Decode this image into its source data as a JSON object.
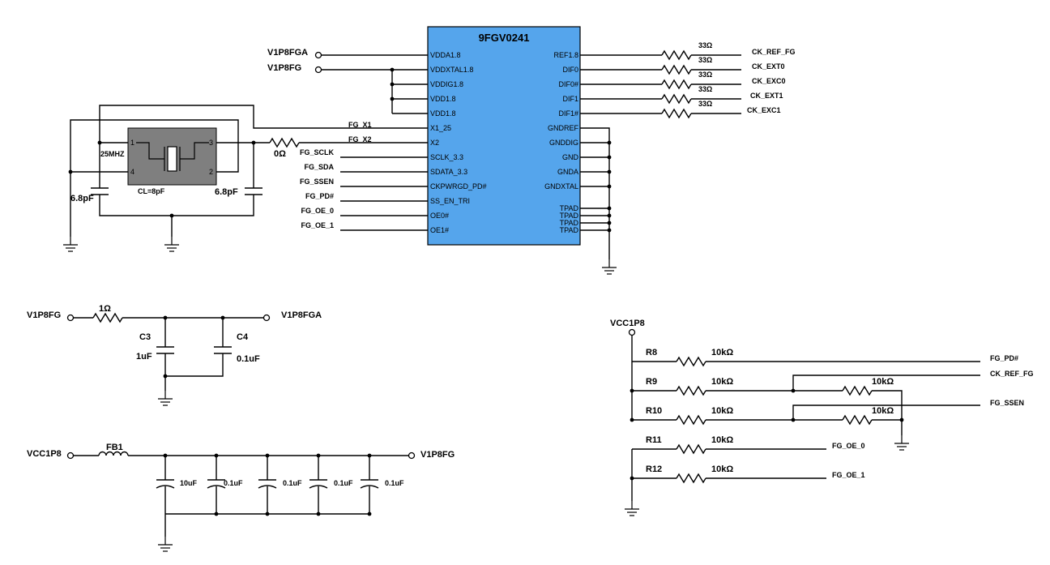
{
  "chip": {
    "name": "9FGV0241",
    "left_pins": [
      "VDDA1.8",
      "VDDXTAL1.8",
      "VDDIG1.8",
      "VDD1.8",
      "VDD1.8",
      "X1_25",
      "X2",
      "SCLK_3.3",
      "SDATA_3.3",
      "CKPWRGD_PD#",
      "SS_EN_TRI",
      "OE0#",
      "OE1#"
    ],
    "right_pins": [
      "REF1.8",
      "DIF0",
      "DIF0#",
      "DIF1",
      "DIF1#",
      "GNDREF",
      "GNDDIG",
      "GND",
      "GNDA",
      "GNDXTAL",
      "TPAD",
      "TPAD",
      "TPAD",
      "TPAD"
    ],
    "color": "#55a5ec"
  },
  "power_in": {
    "vdda": "V1P8FGA",
    "vdd": "V1P8FG"
  },
  "crystal": {
    "freq": "25MHZ",
    "load": "CL=8pF",
    "pins": [
      "1",
      "2",
      "3",
      "4"
    ],
    "cap_left": "6.8pF",
    "cap_right": "6.8pF",
    "res_value": "0Ω",
    "net_x1": "FG_X1",
    "net_x2": "FG_X2"
  },
  "control_nets": [
    "FG_SCLK",
    "FG_SDA",
    "FG_SSEN",
    "FG_PD#",
    "FG_OE_0",
    "FG_OE_1"
  ],
  "outputs": {
    "res_values": [
      "33Ω",
      "33Ω",
      "33Ω",
      "33Ω",
      "33Ω"
    ],
    "nets": [
      "CK_REF_FG",
      "CK_EXT0",
      "CK_EXC0",
      "CK_EXT1",
      "CK_EXC1"
    ]
  },
  "filter1": {
    "input": "V1P8FG",
    "output": "V1P8FGA",
    "res_value": "1Ω",
    "c3_ref": "C3",
    "c3_value": "1uF",
    "c4_ref": "C4",
    "c4_value": "0.1uF"
  },
  "filter2": {
    "input": "VCC1P8",
    "output": "V1P8FG",
    "fb_ref": "FB1",
    "caps": [
      "10uF",
      "0.1uF",
      "0.1uF",
      "0.1uF",
      "0.1uF"
    ]
  },
  "pullups": {
    "supply": "VCC1P8",
    "rows": [
      {
        "ref": "R8",
        "value": "10kΩ",
        "net": "FG_PD#"
      },
      {
        "ref": "R9",
        "value": "10kΩ",
        "net": "CK_REF_FG",
        "pd_value": "10kΩ"
      },
      {
        "ref": "R10",
        "value": "10kΩ",
        "net": "FG_SSEN",
        "pd_value": "10kΩ"
      },
      {
        "ref": "R11",
        "value": "10kΩ",
        "net": "FG_OE_0"
      },
      {
        "ref": "R12",
        "value": "10kΩ",
        "net": "FG_OE_1"
      }
    ]
  }
}
